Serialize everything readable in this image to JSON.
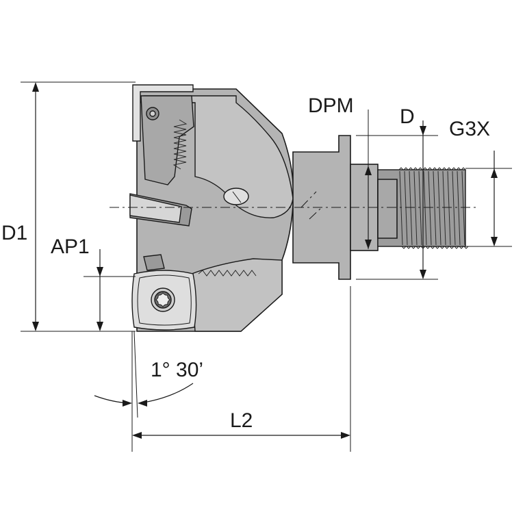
{
  "labels": {
    "d1": "D1",
    "ap1": "AP1",
    "dpm": "DPM",
    "d": "D",
    "g3x": "G3X",
    "angle": "1° 30’",
    "l2": "L2"
  },
  "colors": {
    "tool_body": "#b4b4b4",
    "tool_highlight": "#cfcfcf",
    "tool_shadow": "#8f8f8f",
    "line": "#1a1a1a"
  },
  "icons": {
    "insert_screw": "torx-screw-icon"
  }
}
